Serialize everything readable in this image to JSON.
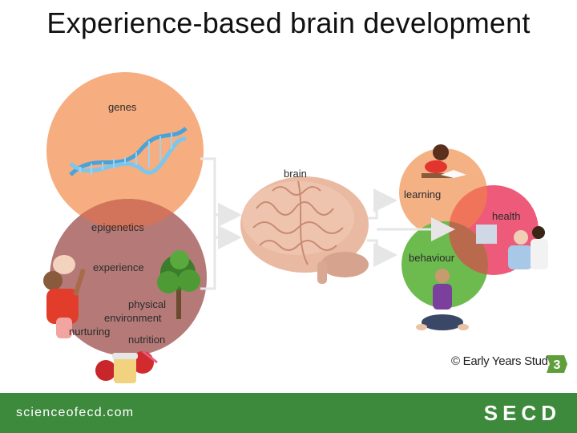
{
  "title": "Experience-based brain development",
  "labels": {
    "genes": "genes",
    "epigenetics": "epigenetics",
    "experience": "experience",
    "physical_environment_line1": "physical",
    "physical_environment_line2": "environment",
    "nurturing": "nurturing",
    "nutrition": "nutrition",
    "brain": "brain",
    "learning": "learning",
    "health": "health",
    "behaviour": "behaviour"
  },
  "credit": {
    "text": "© Early Years Study",
    "badge": "3"
  },
  "footer": {
    "site": "scienceofecd.com",
    "brand": "SECD"
  },
  "colors": {
    "genes_circle": "#f6ad80",
    "experience_circle": "#b57a78",
    "overlap": "#d2735b",
    "learning_circle": "#f4b184",
    "health_circle": "#ee5a79",
    "behaviour_circle": "#6dba4e",
    "footer": "#3d8a3c"
  },
  "icons": [
    "dna-image",
    "family-image",
    "tree-image",
    "fruit-image",
    "brain-image",
    "reading-child-image",
    "doctor-patient-image",
    "sitting-child-image"
  ]
}
